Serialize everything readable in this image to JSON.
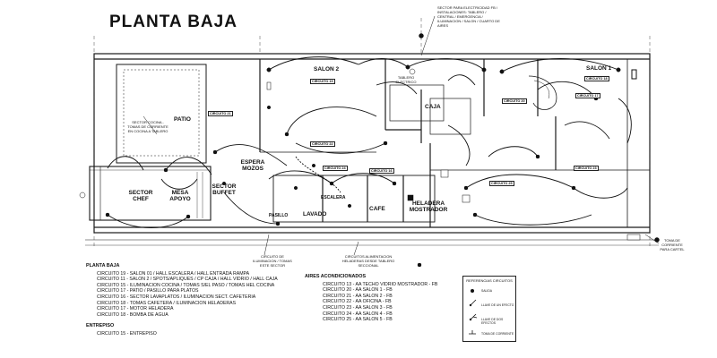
{
  "title": "PLANTA BAJA",
  "rooms": {
    "salon2": "SALON 2",
    "salon1": "SALON 1",
    "patio": "PATIO",
    "espera": "ESPERA MOZOS",
    "sector_buffet": "SECTOR BUFFET",
    "sector_chef": "SECTOR CHEF",
    "mesa": "MESA APOYO",
    "lavado": "LAVADO",
    "cafe": "CAFE",
    "heladera": "HELADERA MOSTRADOR",
    "caja": "CAJA",
    "escalera": "ESCALERA",
    "pasillo": "PASILLO"
  },
  "circuit_tags": [
    "CIRCUITO 19",
    "CIRCUITO 18",
    "CIRCUITO 21",
    "CIRCUITO 22",
    "CIRCUITO 24",
    "CIRCUITO 25",
    "CIRCUITO 23",
    "CIRCUITO 16",
    "CIRCUITO 20",
    "CIRCUITO 17"
  ],
  "legend_left": {
    "header": "PLANTA BAJA",
    "lines": [
      "CIRCUITO 19 - SALON 01 / HALL ESCALERA / HALL ENTRADA RAMPA",
      "CIRCUITO 11 - SALON 2 / SPOTS/APLIQUES / CP CAJA / HALL VIDRIO / HALL CAJA",
      "CIRCUITO 15 - ILUMINACION COCINA / TOMAS S/EL PASO / TOMAS HEL COCINA",
      "CIRCUITO 17 - PATIO / PASILLO PARA PLATOS",
      "CIRCUITO 16 - SECTOR LAVAPLATOS / ILUMINACION SECT. CAFETERIA",
      "CIRCUITO 18 - TOMAS CAFETERA / ILUMINACION HELADERAS",
      "CIRCUITO 17 - MOTOR HELADERA",
      "CIRCUITO 18 - BOMBA DE AGUA"
    ],
    "sub_header": "ENTREPISO",
    "sub_lines": [
      "CIRCUITO 15 - ENTREPISO"
    ]
  },
  "legend_middle": {
    "header": "AIRES ACONDICIONADOS",
    "lines": [
      "CIRCUITO 13 - AA TECHO VIDRIO MOSTRADOR - FB",
      "CIRCUITO 20 - AA SALON 1 - FB",
      "CIRCUITO 21 - AA SALON 2 - FB",
      "CIRCUITO 22 - AA OFICINA - FB",
      "CIRCUITO 23 - AA SALON 3 - FB",
      "CIRCUITO 24 - AA SALON 4 - FB",
      "CIRCUITO 25 - AA SALON 5 - FB"
    ]
  },
  "symbols": {
    "header": "REFERENCIAS CIRCUITOS",
    "items": [
      "SALIDA",
      "LLAVE DE UN EFECTO",
      "LLAVE DE DOS EFECTOS",
      "TOMA DE CORRIENTE"
    ]
  },
  "notes": {
    "top_right": "SECTOR PARA ELECTRICIDAD FB / INSTALACIONES: TABLERO / CENTRAL / EMERGENCIA / ILUMINACION / SALON / CUARTO DE AIRES",
    "patio_note": "SECTOR COCINA - TOMAS DE CORRIENTE EN COCINA A TABLERO",
    "tablero": "TABLERO ELECTRICO",
    "bottom_1": "CIRCUITOS ALIMENTACION HELADERAS DESDE TABLERO SECCIONAL",
    "bottom_2": "CIRCUITO DE ILUMINACION / TOMAS ESTE SECTOR",
    "right_bottom": "TOMA DE CORRIENTE PARA CARTEL"
  },
  "colors": {
    "line": "#111111",
    "wall": "#1a1a1a",
    "paper": "#ffffff"
  }
}
